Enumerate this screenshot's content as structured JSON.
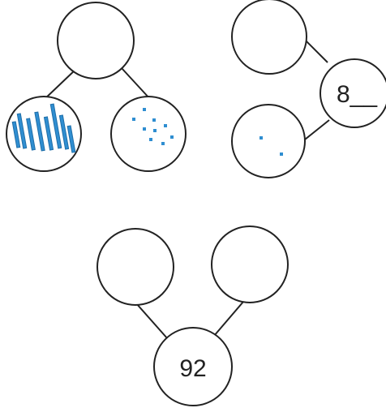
{
  "colors": {
    "ink": "#222222",
    "base_ten_blue": "#2f8ed1",
    "background": "#ffffff"
  },
  "bond_a": {
    "whole": "",
    "tens_blocks": 8,
    "ones_blocks": 9
  },
  "bond_b": {
    "whole": "8__",
    "part_top": "",
    "ones_blocks": 2
  },
  "bond_c": {
    "whole": "92",
    "part_left": "",
    "part_right": ""
  }
}
